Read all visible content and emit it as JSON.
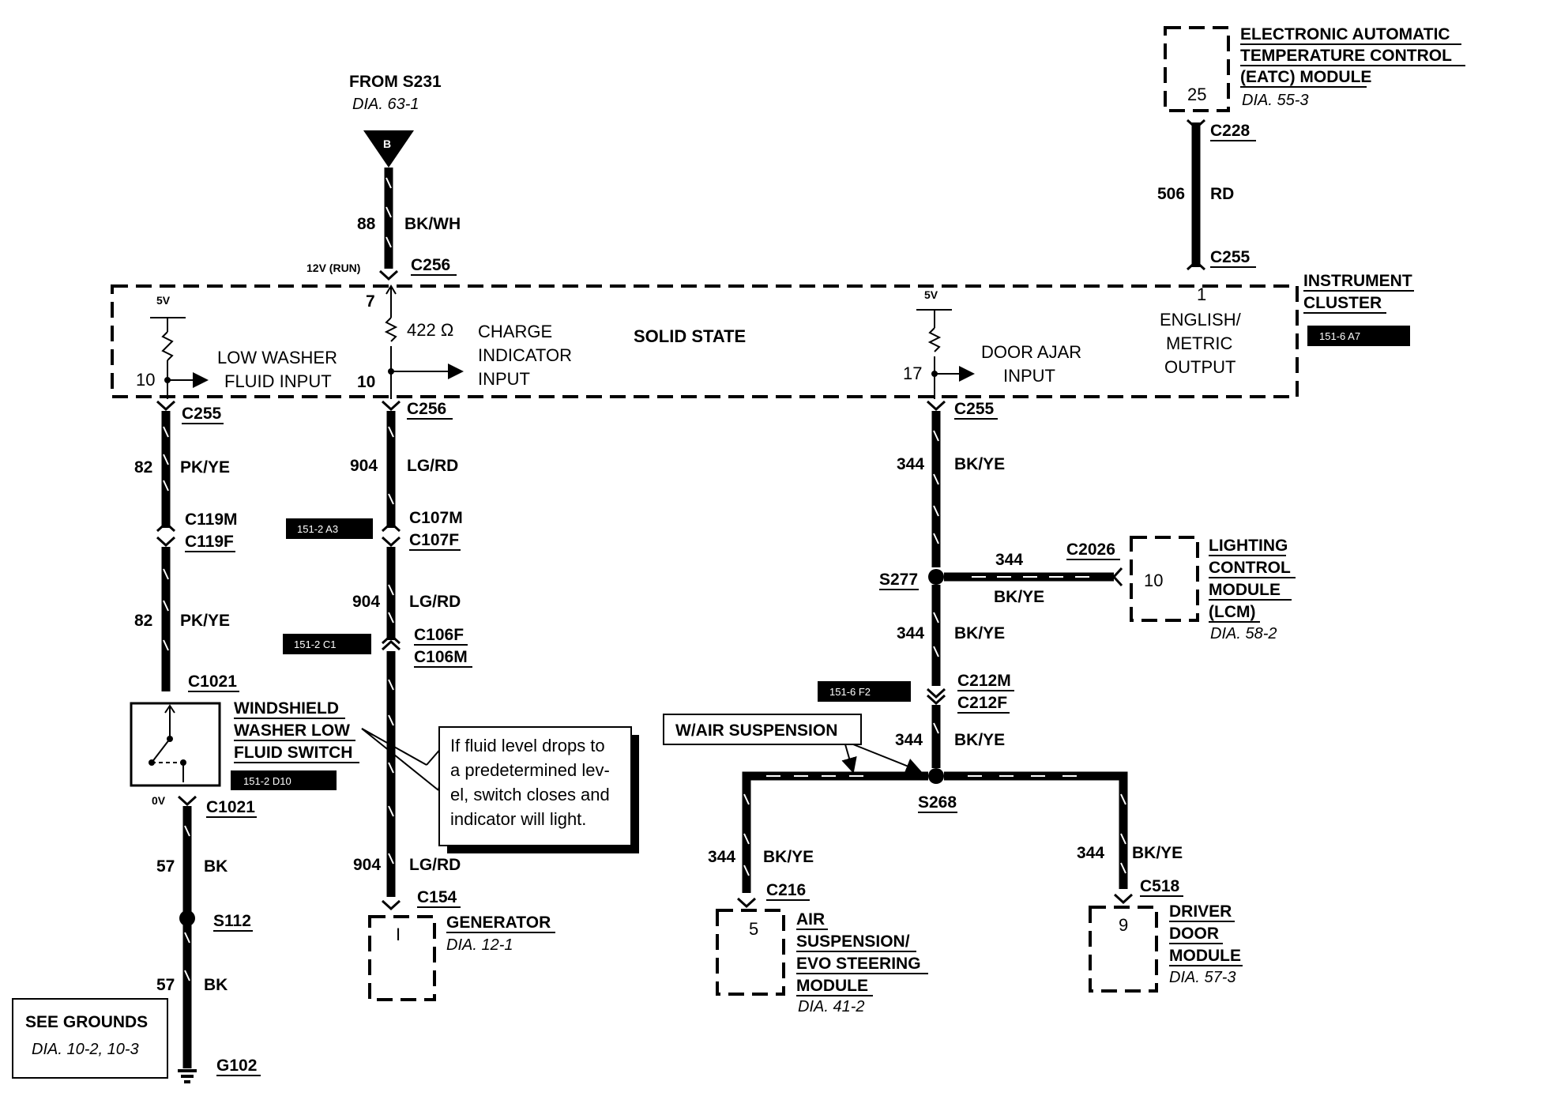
{
  "eatc": {
    "line1": "ELECTRONIC AUTOMATIC",
    "line2": "TEMPERATURE CONTROL",
    "line3": "(EATC) MODULE",
    "dia": "DIA. 55-3",
    "pin": "25"
  },
  "c228": "C228",
  "w506": {
    "num": "506",
    "color": "RD"
  },
  "c255_top": "C255",
  "from": {
    "title": "FROM S231",
    "dia": "DIA. 63-1",
    "letter": "B"
  },
  "w88": {
    "num": "88",
    "color": "BK/WH"
  },
  "run12v": "12V (RUN)",
  "c256_top": "C256",
  "cluster": {
    "title1": "INSTRUMENT",
    "title2": "CLUSTER",
    "ref": "151-6 A7",
    "pin7": "7",
    "res": "422 Ω",
    "charge1": "CHARGE",
    "charge2": "INDICATOR",
    "charge3": "INPUT",
    "pin10b": "10",
    "solid": "SOLID STATE",
    "v5a": "5V",
    "pin10a": "10",
    "low1": "LOW WASHER",
    "low2": "FLUID INPUT",
    "v5b": "5V",
    "pin17": "17",
    "door1": "DOOR AJAR",
    "door2": "INPUT",
    "pin1": "1",
    "eng1": "ENGLISH/",
    "eng2": "METRIC",
    "eng3": "OUTPUT"
  },
  "left": {
    "c255": "C255",
    "w82a": {
      "num": "82",
      "color": "PK/YE"
    },
    "c119m": "C119M",
    "c119f": "C119F",
    "w82b": {
      "num": "82",
      "color": "PK/YE"
    },
    "c1021a": "C1021",
    "sw1": "WINDSHIELD",
    "sw2": "WASHER LOW",
    "sw3": "FLUID SWITCH",
    "swref": "151-2 D10",
    "v0": "0V",
    "c1021b": "C1021",
    "w57a": {
      "num": "57",
      "color": "BK"
    },
    "s112": "S112",
    "w57b": {
      "num": "57",
      "color": "BK"
    },
    "g102": "G102",
    "grounds": "SEE GROUNDS",
    "groundsdia": "DIA. 10-2, 10-3"
  },
  "mid": {
    "c256": "C256",
    "w904a": {
      "num": "904",
      "color": "LG/RD"
    },
    "ref1": "151-2 A3",
    "c107m": "C107M",
    "c107f": "C107F",
    "w904b": {
      "num": "904",
      "color": "LG/RD"
    },
    "ref2": "151-2 C1",
    "c106f": "C106F",
    "c106m": "C106M",
    "note1": "If fluid level drops to",
    "note2": "a predetermined lev-",
    "note3": "el, switch closes and",
    "note4": "indicator will light.",
    "w904c": {
      "num": "904",
      "color": "LG/RD"
    },
    "c154": "C154",
    "gen": "GENERATOR",
    "gendia": "DIA. 12-1",
    "genpin": "I"
  },
  "right": {
    "c255": "C255",
    "w344a": {
      "num": "344",
      "color": "BK/YE"
    },
    "s277": "S277",
    "w344l": {
      "num": "344",
      "color": "BK/YE"
    },
    "c2026": "C2026",
    "lcm1": "LIGHTING",
    "lcm2": "CONTROL",
    "lcm3": "MODULE",
    "lcm4": "(LCM)",
    "lcmdia": "DIA. 58-2",
    "lcmpin": "10",
    "w344b": {
      "num": "344",
      "color": "BK/YE"
    },
    "ref": "151-6 F2",
    "c212m": "C212M",
    "c212f": "C212F",
    "w344c": {
      "num": "344",
      "color": "BK/YE"
    },
    "s268": "S268",
    "airsusp": "W/AIR SUSPENSION",
    "w344d": {
      "num": "344",
      "color": "BK/YE"
    },
    "c216": "C216",
    "air1": "AIR",
    "air2": "SUSPENSION/",
    "air3": "EVO STEERING",
    "air4": "MODULE",
    "airdia": "DIA. 41-2",
    "airpin": "5",
    "w344e": {
      "num": "344",
      "color": "BK/YE"
    },
    "c518": "C518",
    "ddm1": "DRIVER",
    "ddm2": "DOOR",
    "ddm3": "MODULE",
    "ddmdia": "DIA. 57-3",
    "ddmpin": "9"
  }
}
